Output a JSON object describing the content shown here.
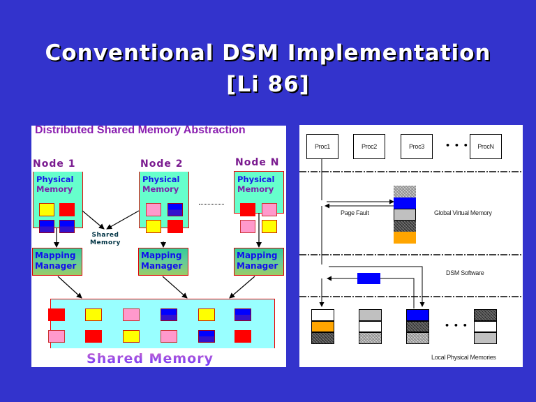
{
  "slide": {
    "title_line1": "Conventional DSM Implementation",
    "title_line2": "[Li 86]",
    "colors": {
      "background": "#3333cc",
      "title_text": "#ffffff"
    }
  },
  "left_diagram": {
    "heading": "Distributed Shared Memory Abstraction",
    "nodes": [
      {
        "label": "Node 1",
        "physical_memory_line1": "Physical",
        "physical_memory_line2": "Memory",
        "pages": [
          "yellow",
          "red",
          "blue",
          "blue"
        ],
        "mapper_line1": "Mapping",
        "mapper_line2": "Manager"
      },
      {
        "label": "Node 2",
        "physical_memory_line1": "Physical",
        "physical_memory_line2": "Memory",
        "pages": [
          "pink",
          "blue",
          "yellow",
          "red"
        ],
        "mapper_line1": "Mapping",
        "mapper_line2": "Manager"
      },
      {
        "label": "Node N",
        "physical_memory_line1": "Physical",
        "physical_memory_line2": "Memory",
        "pages": [
          "red",
          "pink",
          "pink",
          "yellow"
        ],
        "mapper_line1": "Mapping",
        "mapper_line2": "Manager"
      }
    ],
    "shared_memory_callout_line1": "Shared",
    "shared_memory_callout_line2": "Memory",
    "shared_memory_pages": [
      [
        "red",
        "yellow",
        "pink",
        "blue",
        "yellow",
        "blue"
      ],
      [
        "pink",
        "red",
        "yellow",
        "pink",
        "blue",
        "red"
      ]
    ],
    "shared_memory_label": "Shared Memory",
    "page_colors": {
      "yellow": "#ffff00",
      "red": "#ff0000",
      "pink": "#ff99cc",
      "blue": "#0000ff"
    }
  },
  "right_diagram": {
    "processors": [
      "Proc1",
      "Proc2",
      "Proc3",
      "ProcN"
    ],
    "processor_ellipsis": "• • •",
    "page_fault_label": "Page Fault",
    "global_virtual_memory_label": "Global Virtual Memory",
    "global_virtual_memory_pages": [
      "hatch-light",
      "blue",
      "gray",
      "hatch-dark",
      "orange"
    ],
    "dsm_software_label": "DSM Software",
    "local_memories": [
      [
        "white",
        "orange",
        "hatch-dark"
      ],
      [
        "gray",
        "white",
        "hatch-light"
      ],
      [
        "blue",
        "hatch-dark",
        "hatch-light"
      ],
      [
        "hatch-dark",
        "white",
        "gray"
      ]
    ],
    "local_memories_ellipsis": "• • •",
    "local_physical_memories_label": "Local Physical Memories"
  }
}
